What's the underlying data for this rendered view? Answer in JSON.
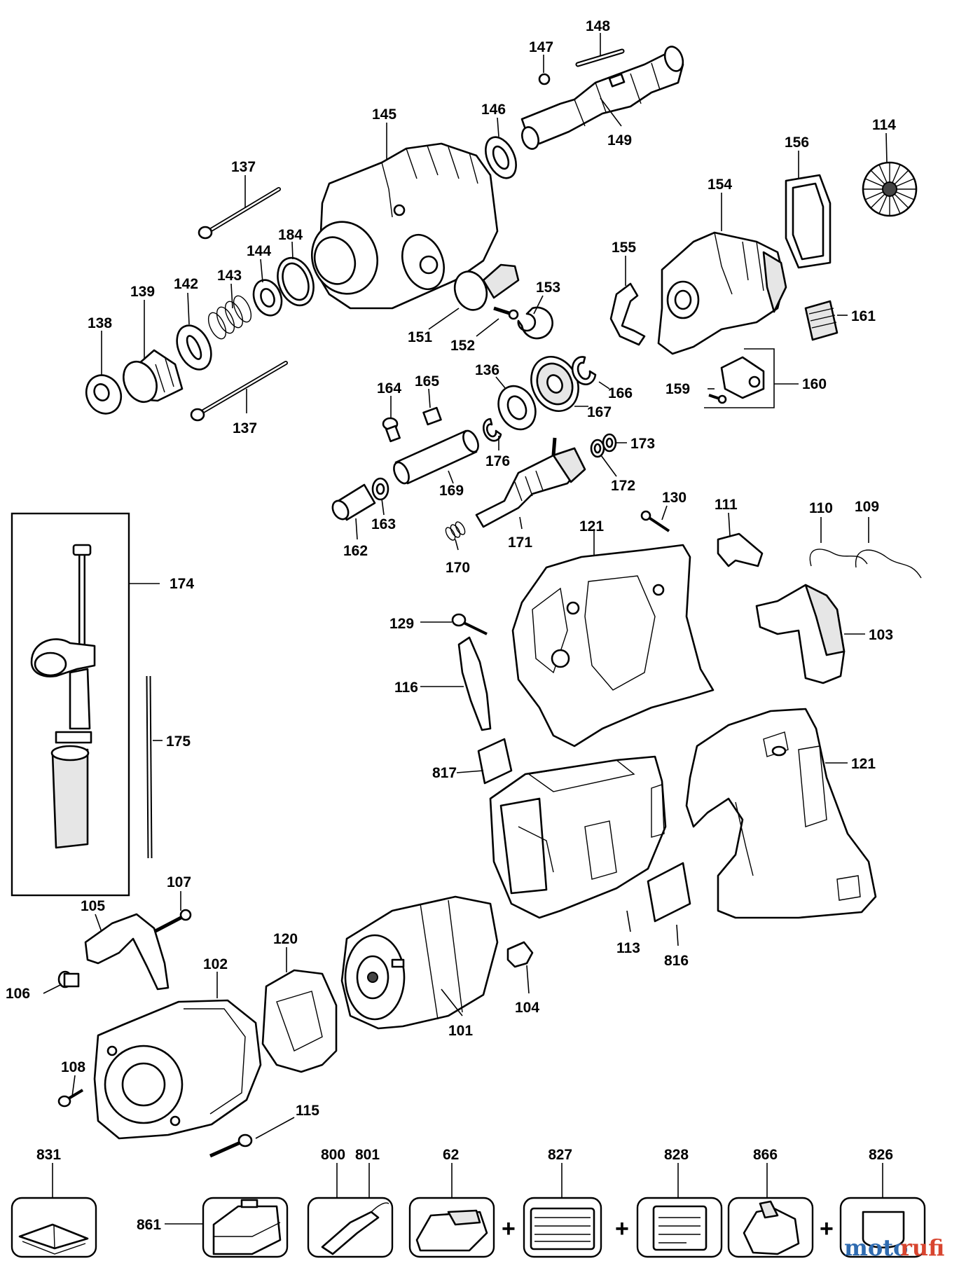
{
  "diagram": {
    "labels": {
      "p148": "148",
      "p147": "147",
      "p145": "145",
      "p146": "146",
      "p149": "149",
      "p114": "114",
      "p156": "156",
      "p154": "154",
      "p137a": "137",
      "p184": "184",
      "p144": "144",
      "p143": "143",
      "p142": "142",
      "p139": "139",
      "p138": "138",
      "p155": "155",
      "p153": "153",
      "p151": "151",
      "p152": "152",
      "p161": "161",
      "p136": "136",
      "p165": "165",
      "p164": "164",
      "p166": "166",
      "p167": "167",
      "p160": "160",
      "p159": "159",
      "p137b": "137",
      "p176": "176",
      "p173": "173",
      "p169": "169",
      "p172": "172",
      "p163": "163",
      "p162": "162",
      "p130": "130",
      "p111": "111",
      "p110": "110",
      "p109": "109",
      "p121a": "121",
      "p171": "171",
      "p170": "170",
      "p174": "174",
      "p129": "129",
      "p103": "103",
      "p116": "116",
      "p175": "175",
      "p817": "817",
      "p121b": "121",
      "p107": "107",
      "p105": "105",
      "p120": "120",
      "p113": "113",
      "p816": "816",
      "p102": "102",
      "p106": "106",
      "p104": "104",
      "p101": "101",
      "p108": "108",
      "p115": "115",
      "p831": "831",
      "p800": "800",
      "p801": "801",
      "p62": "62",
      "p827": "827",
      "p828": "828",
      "p866": "866",
      "p826": "826",
      "p861": "861"
    },
    "operators": {
      "plus": "+"
    },
    "watermark": {
      "first": "moto",
      "second": "rufi"
    },
    "colors": {
      "line": "#000000",
      "background": "#ffffff",
      "watermark_blue": "#2f6bb0",
      "watermark_red": "#d8452f"
    }
  }
}
